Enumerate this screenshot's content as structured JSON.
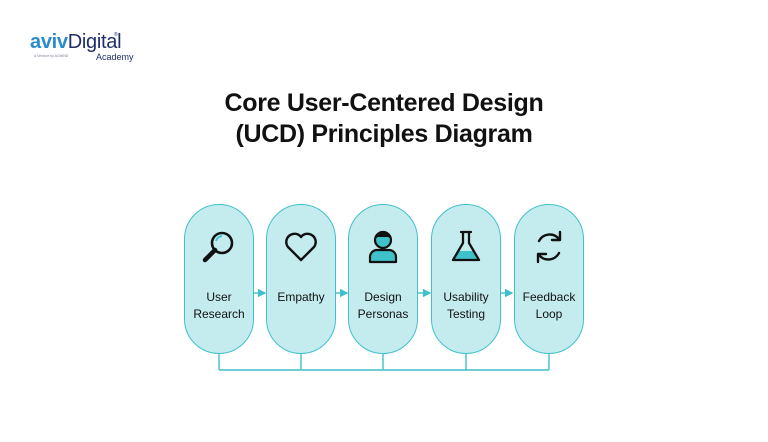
{
  "logo": {
    "name_part1": "aviv",
    "name_part2": "Digital",
    "registered": "®",
    "tagline": "A Venture by ACMIND",
    "academy": "Academy"
  },
  "title": {
    "line1": "Core User-Centered Design",
    "line2": "(UCD) Principles Diagram"
  },
  "steps": [
    {
      "label_line1": "User",
      "label_line2": "Research",
      "icon": "magnifying-glass-icon"
    },
    {
      "label_line1": "Empathy",
      "label_line2": "",
      "icon": "heart-icon"
    },
    {
      "label_line1": "Design",
      "label_line2": "Personas",
      "icon": "person-icon"
    },
    {
      "label_line1": "Usability",
      "label_line2": "Testing",
      "icon": "flask-icon"
    },
    {
      "label_line1": "Feedback",
      "label_line2": "Loop",
      "icon": "refresh-cycle-icon"
    }
  ],
  "colors": {
    "pill_fill": "#c4ecef",
    "pill_border": "#3fc1c9",
    "icon_accent": "#3fc1c9",
    "arrow": "#3fc1c9",
    "text": "#111111"
  }
}
